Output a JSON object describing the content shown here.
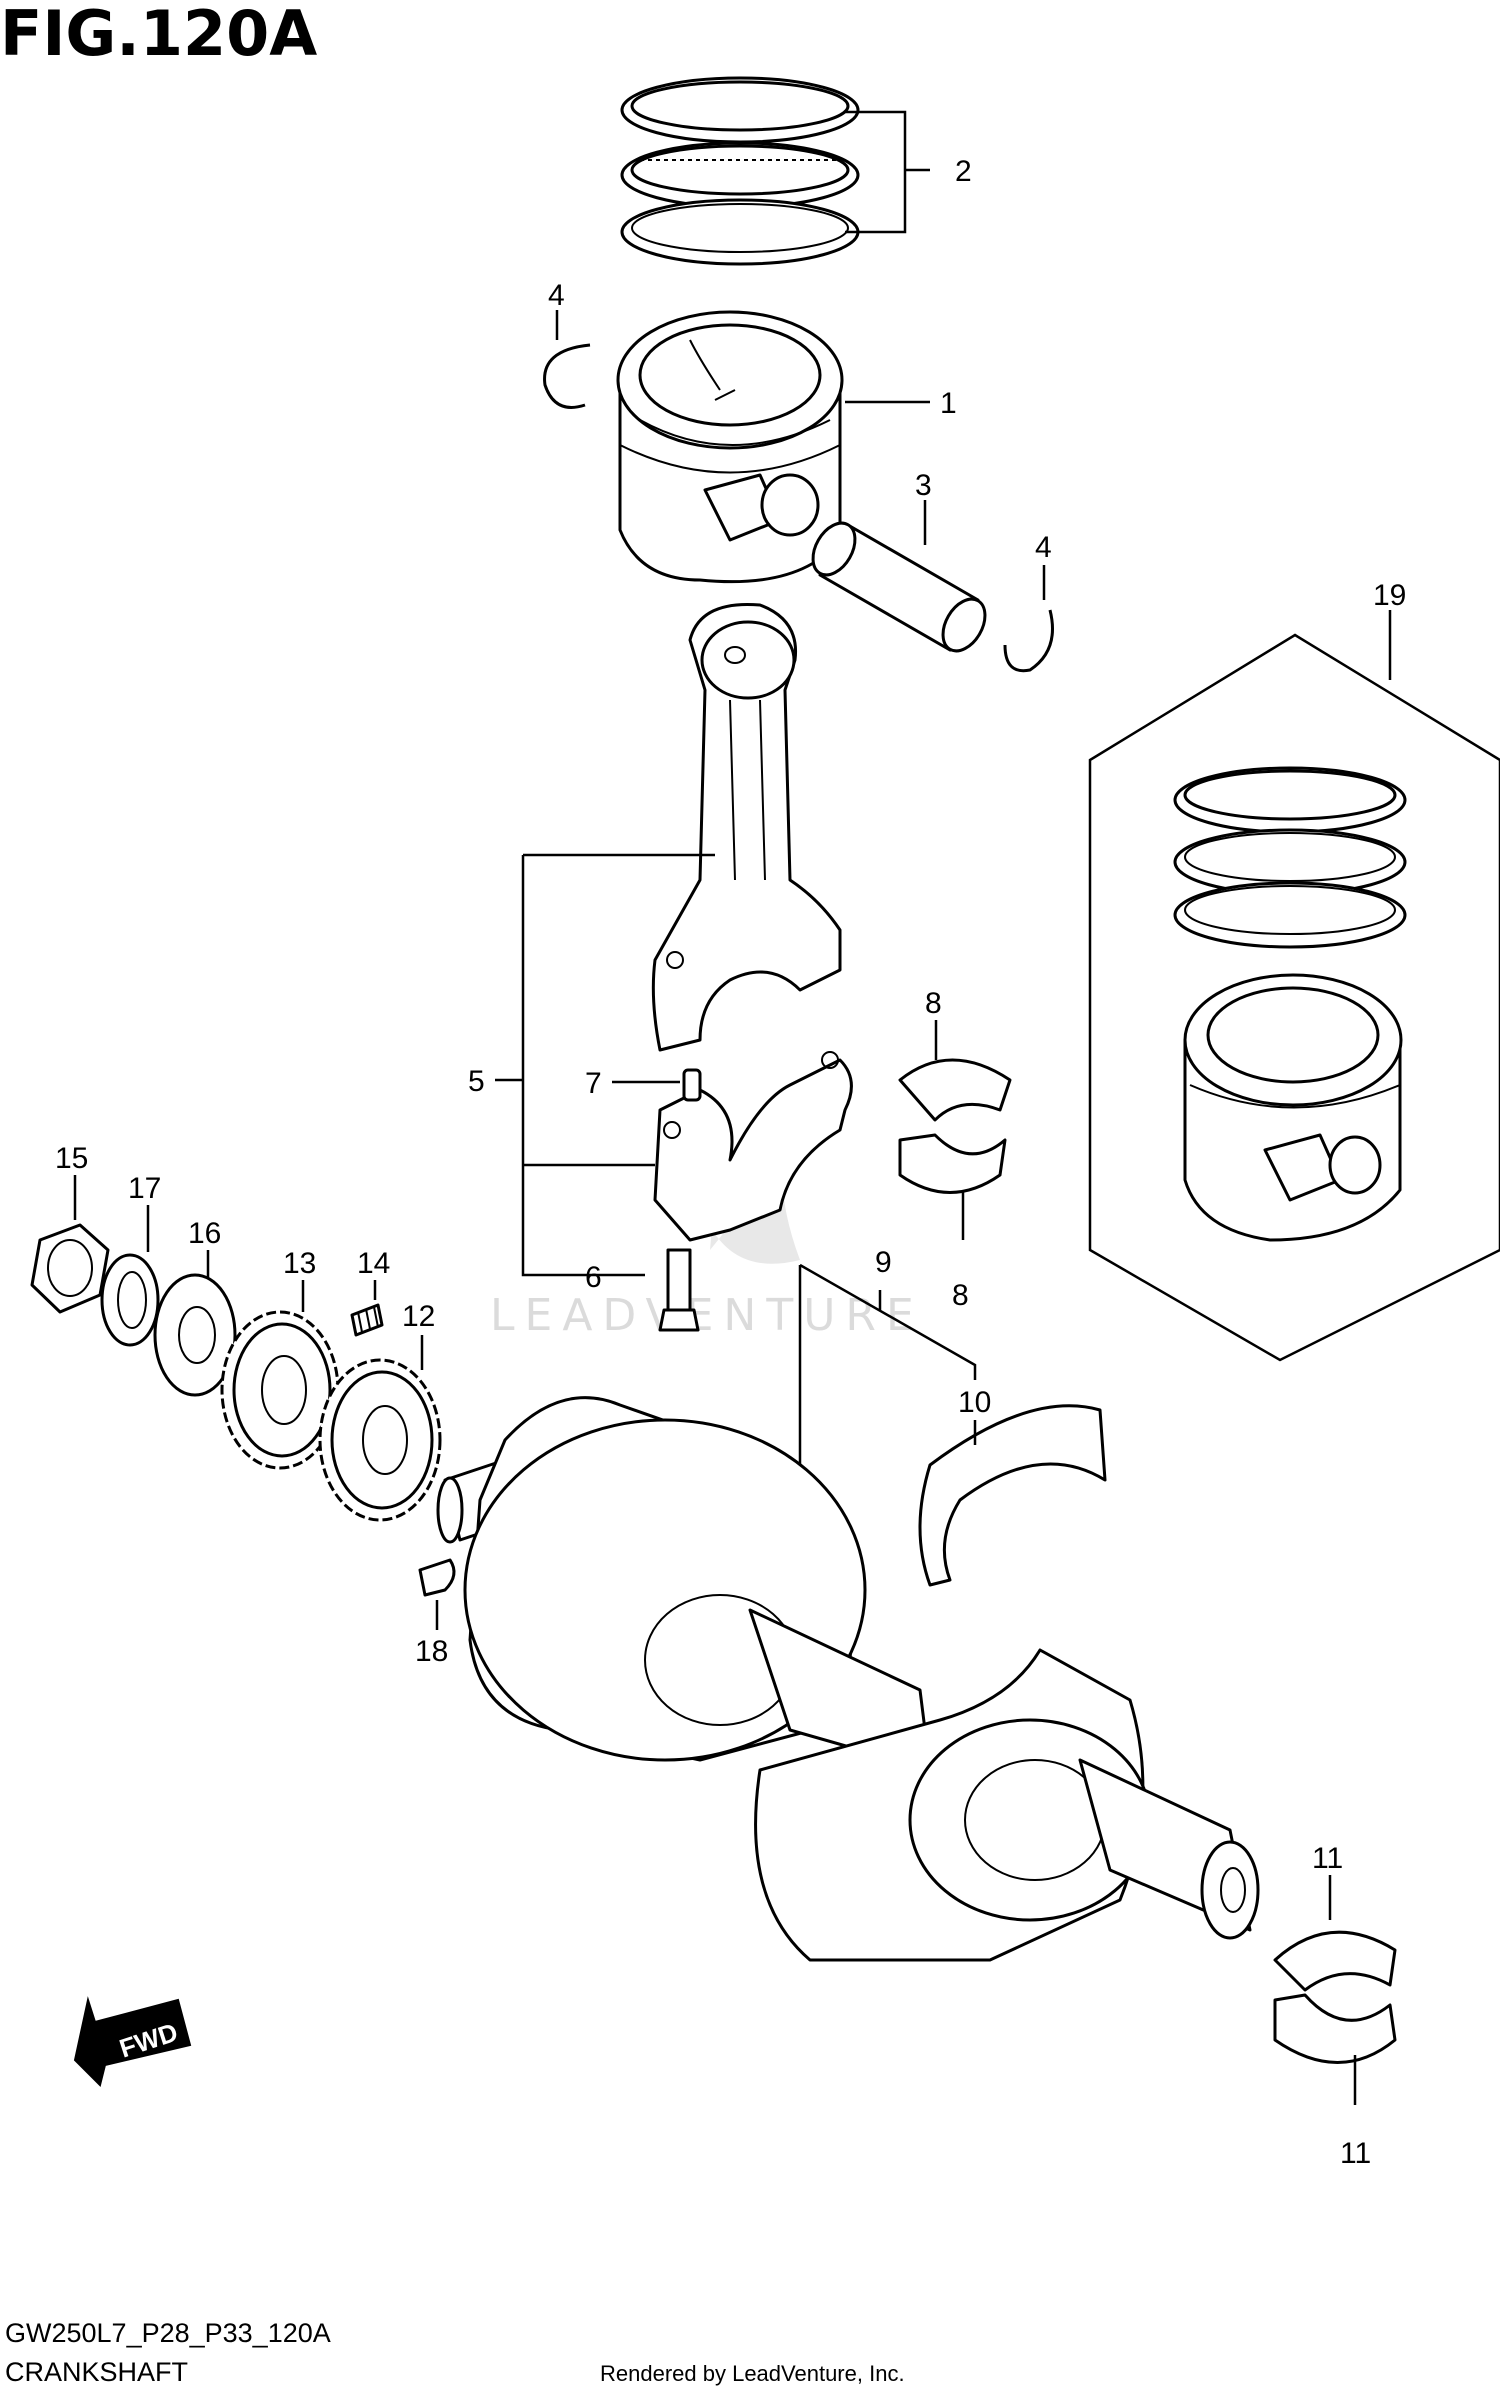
{
  "figure": {
    "title": "FIG.120A",
    "code": "GW250L7_P28_P33_120A",
    "name": "CRANKSHAFT",
    "rendered_by": "Rendered by LeadVenture, Inc.",
    "watermark": "LEADVENTURE",
    "fwd_label": "FWD"
  },
  "callouts": {
    "c1": "1",
    "c2": "2",
    "c3": "3",
    "c4a": "4",
    "c4b": "4",
    "c5": "5",
    "c6": "6",
    "c7": "7",
    "c8a": "8",
    "c8b": "8",
    "c9": "9",
    "c10": "10",
    "c11a": "11",
    "c11b": "11",
    "c12": "12",
    "c13": "13",
    "c14": "14",
    "c15": "15",
    "c16": "16",
    "c17": "17",
    "c18": "18",
    "c19": "19"
  }
}
